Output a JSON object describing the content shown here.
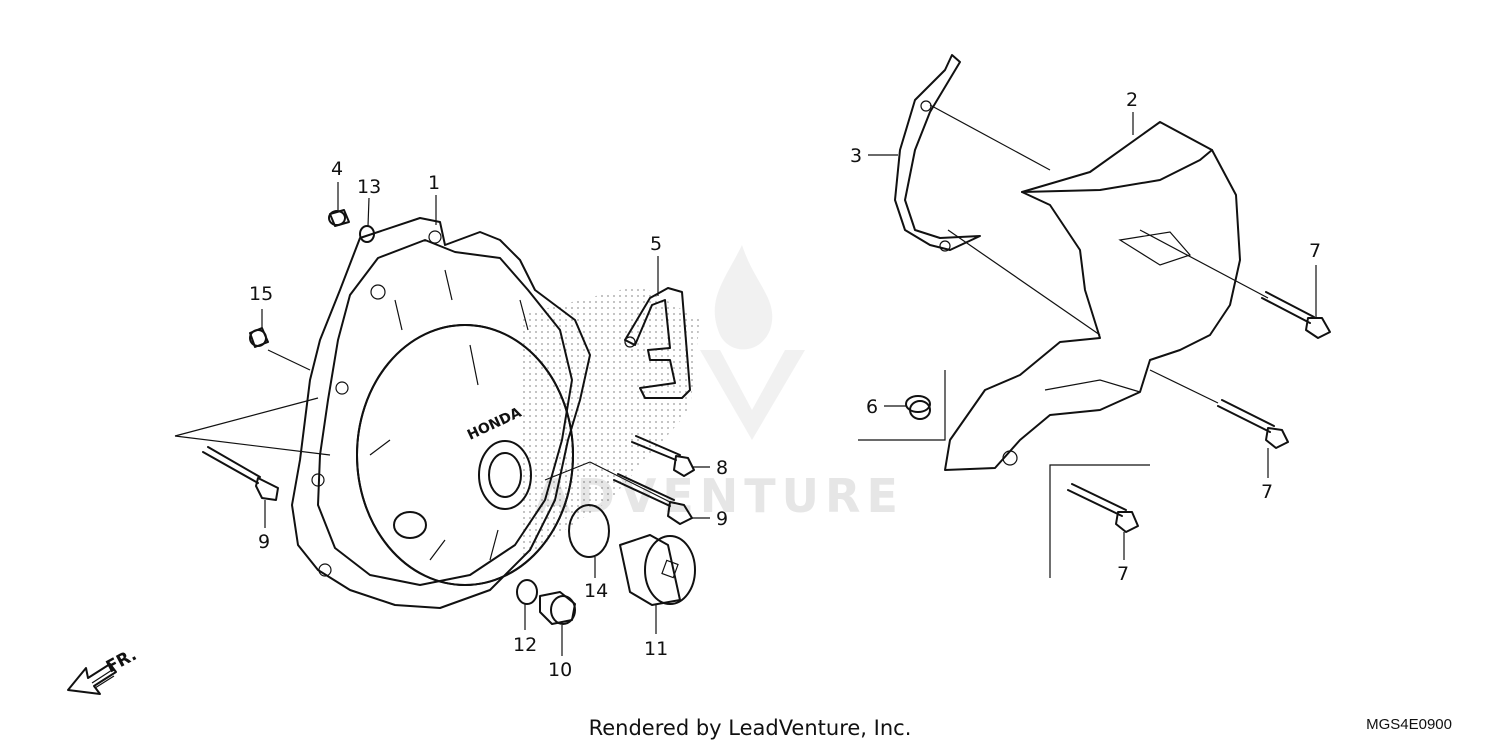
{
  "diagram": {
    "callouts": {
      "c1": "1",
      "c2": "2",
      "c3": "3",
      "c4": "4",
      "c5": "5",
      "c6": "6",
      "c7a": "7",
      "c7b": "7",
      "c7c": "7",
      "c8": "8",
      "c9a": "9",
      "c9b": "9",
      "c10": "10",
      "c11": "11",
      "c12": "12",
      "c13": "13",
      "c14": "14",
      "c15": "15"
    },
    "cover_stamp": "HONDA",
    "direction_label": "FR.",
    "watermark": "ADVENTURE",
    "footer": "Rendered by LeadVenture, Inc.",
    "diagram_code": "MGS4E0900"
  }
}
